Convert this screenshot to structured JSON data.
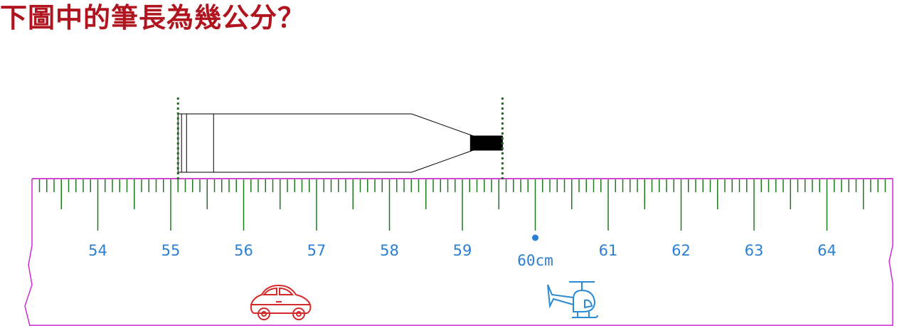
{
  "question": "下圖中的筆長為幾公分？",
  "ruler": {
    "labels": [
      "54",
      "55",
      "56",
      "57",
      "58",
      "59",
      "60cm",
      "61",
      "62",
      "63",
      "64"
    ],
    "first_label_value": 54,
    "unit_label_value": 60
  },
  "pen": {
    "start_cm": 55.1,
    "end_cm": 59.55
  },
  "decorations": {
    "car": "car-icon",
    "helicopter": "helicopter-icon"
  },
  "colors": {
    "question": "#b0141e",
    "ruler_border": "#cc2ccc",
    "ticks": "#1f7a1f",
    "labels": "#2a7fd4",
    "guide_lines": "#1a6b1a",
    "pen": "#000000",
    "car": "#d42a2a",
    "helicopter": "#2a8ad4"
  }
}
